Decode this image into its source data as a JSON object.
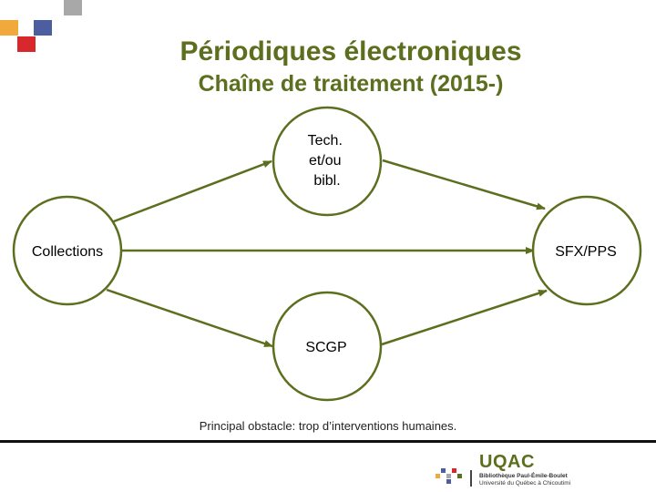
{
  "header": {
    "title": "Périodiques électroniques",
    "subtitle": "Chaîne de traitement (2015-)"
  },
  "decoration": {
    "squares": [
      {
        "color": "#4c5da0"
      },
      {
        "color": "#a8a8a8"
      },
      {
        "color": "#f2a93b"
      },
      {
        "color": "#d8282b"
      }
    ]
  },
  "diagram": {
    "accent_color": "#5c6f1e",
    "nodes": {
      "tech": {
        "lines": [
          "Tech.",
          "et/ou",
          "bibl."
        ]
      },
      "collections": {
        "label": "Collections"
      },
      "sfx": {
        "label": "SFX/PPS"
      },
      "scgp": {
        "label": "SCGP"
      }
    }
  },
  "note": "Principal obstacle: trop d’interventions humaines.",
  "footer": {
    "logo_wordmark": "UQAC",
    "logo_line1": "Bibliothèque Paul-Émile-Boulet",
    "logo_line2": "Université du Québec à Chicoutimi"
  }
}
